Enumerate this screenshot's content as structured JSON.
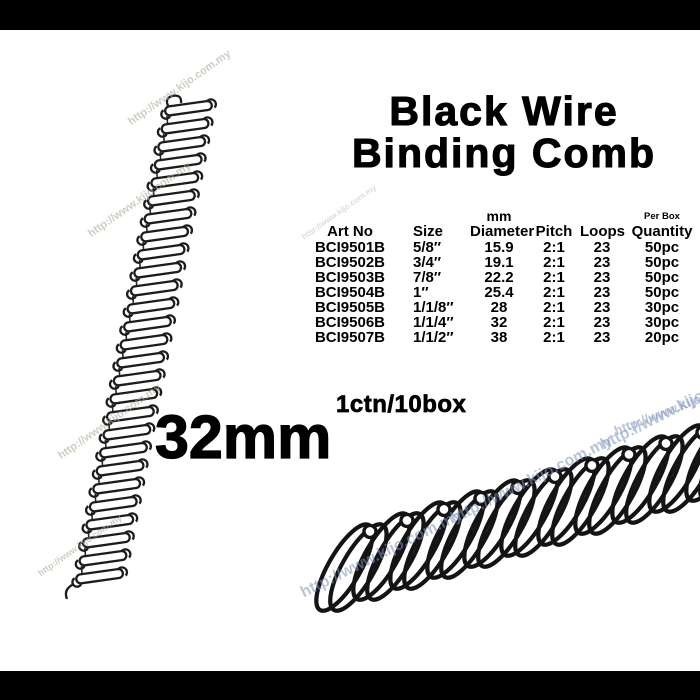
{
  "title": {
    "line1": "Black Wire",
    "line2": "Binding Comb"
  },
  "table": {
    "headers": {
      "art_no": "Art No",
      "size": "Size",
      "diameter_top": "mm",
      "diameter": "Diameter",
      "pitch": "Pitch",
      "loops": "Loops",
      "qty_top": "Per Box",
      "qty": "Quantity"
    },
    "rows": [
      {
        "art_no": "BCI9501B",
        "size": "5/8″",
        "diameter": "15.9",
        "pitch": "2:1",
        "loops": "23",
        "qty": "50pc"
      },
      {
        "art_no": "BCI9502B",
        "size": "3/4″",
        "diameter": "19.1",
        "pitch": "2:1",
        "loops": "23",
        "qty": "50pc"
      },
      {
        "art_no": "BCI9503B",
        "size": "7/8″",
        "diameter": "22.2",
        "pitch": "2:1",
        "loops": "23",
        "qty": "50pc"
      },
      {
        "art_no": "BCI9504B",
        "size": "1″",
        "diameter": "25.4",
        "pitch": "2:1",
        "loops": "23",
        "qty": "50pc"
      },
      {
        "art_no": "BCI9505B",
        "size": "1/1/8″",
        "diameter": "28",
        "pitch": "2:1",
        "loops": "23",
        "qty": "30pc"
      },
      {
        "art_no": "BCI9506B",
        "size": "1/1/4″",
        "diameter": "32",
        "pitch": "2:1",
        "loops": "23",
        "qty": "30pc"
      },
      {
        "art_no": "BCI9507B",
        "size": "1/1/2″",
        "diameter": "38",
        "pitch": "2:1",
        "loops": "23",
        "qty": "20pc"
      }
    ]
  },
  "labels": {
    "carton": "1ctn/10box",
    "size_label": "32mm"
  },
  "watermark": {
    "text": "http://www.kijo.com.my"
  },
  "colors": {
    "background": "#ffffff",
    "letterbox_bar": "#000000",
    "text": "#000000",
    "wire": "#141414",
    "watermark_blue": "#8094ba",
    "watermark_tan": "#b1aa99"
  }
}
